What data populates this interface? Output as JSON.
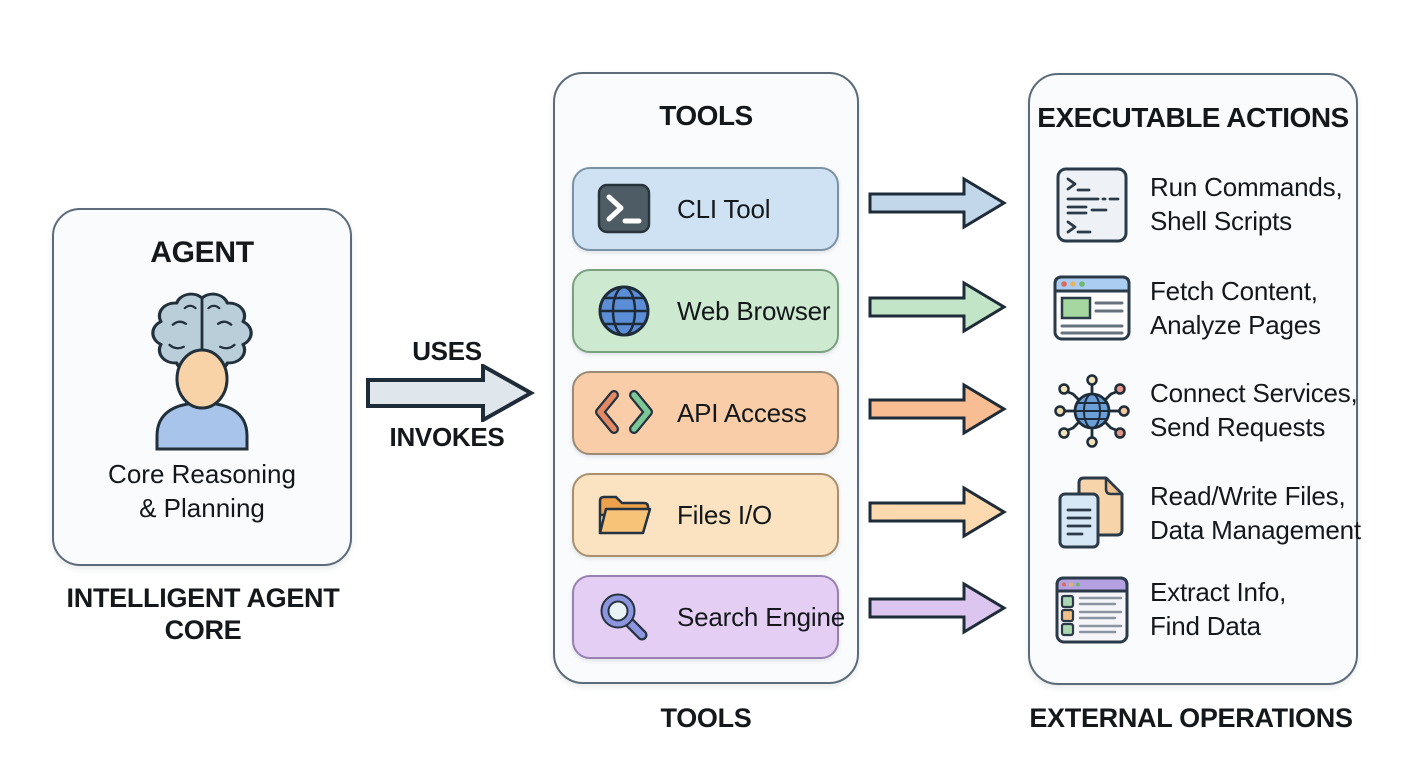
{
  "agent": {
    "title": "AGENT",
    "body_line1": "Core Reasoning",
    "body_line2": "& Planning",
    "caption_line1": "INTELLIGENT AGENT",
    "caption_line2": "CORE",
    "icon": "brain-person-icon"
  },
  "connector": {
    "label_top": "USES",
    "label_bottom": "INVOKES",
    "arrow_fill": "#dfe6ec"
  },
  "tools": {
    "header": "TOOLS",
    "caption": "TOOLS",
    "items": [
      {
        "label": "CLI Tool",
        "icon": "terminal-icon",
        "bg": "#cfe2f3",
        "border": "#7b92a5",
        "arrow_fill": "#c3d7ea"
      },
      {
        "label": "Web Browser",
        "icon": "globe-icon",
        "bg": "#cde9d0",
        "border": "#7aa07f",
        "arrow_fill": "#c2e5c8"
      },
      {
        "label": "API Access",
        "icon": "code-brackets-icon",
        "bg": "#f9cda7",
        "border": "#9b8a74",
        "arrow_fill": "#f8bd92"
      },
      {
        "label": "Files I/O",
        "icon": "folder-icon",
        "bg": "#fbe3c1",
        "border": "#a8906e",
        "arrow_fill": "#fcd9af"
      },
      {
        "label": "Search Engine",
        "icon": "magnifier-icon",
        "bg": "#e5cef3",
        "border": "#9781b0",
        "arrow_fill": "#dcc5ee"
      }
    ]
  },
  "actions": {
    "header": "EXECUTABLE ACTIONS",
    "caption": "EXTERNAL OPERATIONS",
    "items": [
      {
        "line1": "Run Commands,",
        "line2": "Shell Scripts",
        "icon": "script-terminal-icon"
      },
      {
        "line1": "Fetch Content,",
        "line2": "Analyze Pages",
        "icon": "browser-window-icon"
      },
      {
        "line1": "Connect Services,",
        "line2": "Send Requests",
        "icon": "network-globe-icon"
      },
      {
        "line1": "Read/Write Files,",
        "line2": "Data Management",
        "icon": "documents-icon"
      },
      {
        "line1": "Extract Info,",
        "line2": "Find Data",
        "icon": "list-window-icon"
      }
    ]
  },
  "colors": {
    "background": "#ffffff",
    "panel_fill": "#f9fbfd",
    "panel_border": "#5c6b79",
    "text": "#15181b",
    "arrow_outline": "#1e2b38"
  }
}
